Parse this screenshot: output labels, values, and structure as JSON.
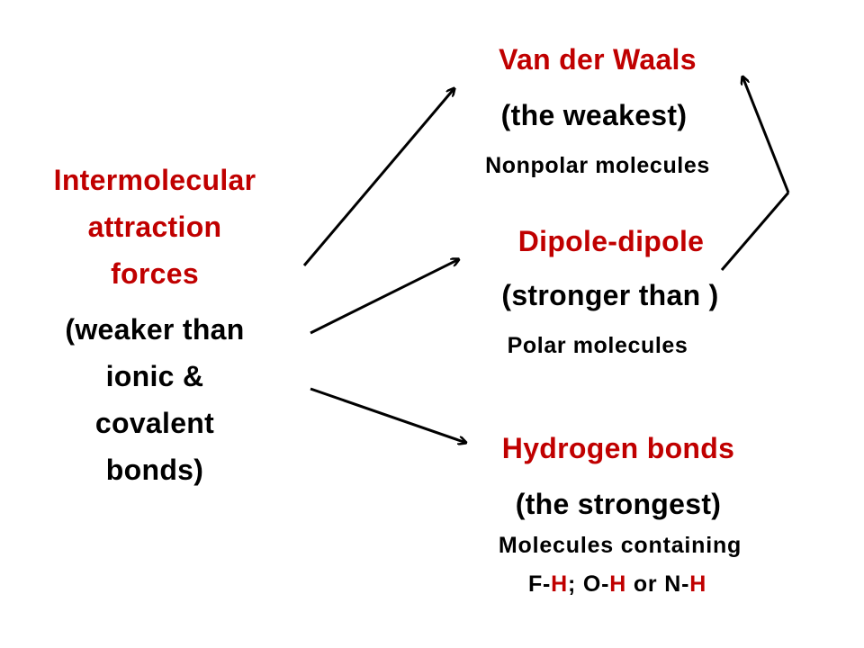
{
  "left": {
    "title_lines": [
      "Intermolecular",
      "attraction",
      "forces"
    ],
    "note_lines": [
      "(weaker than",
      "ionic &",
      "covalent",
      "bonds)"
    ]
  },
  "forces": [
    {
      "name": "Van der Waals",
      "strength": "(the weakest)",
      "molecules": "Nonpolar molecules"
    },
    {
      "name": "Dipole-dipole",
      "strength": "(stronger than )",
      "molecules": "Polar molecules"
    },
    {
      "name": "Hydrogen bonds",
      "strength": "(the strongest)",
      "molecules": "Molecules containing",
      "bonds": {
        "p1": "F-",
        "h1": "H",
        "p2": "; O-",
        "h2": "H",
        "p3": " or N-",
        "h3": "H"
      }
    }
  ],
  "colors": {
    "accent": "#c00000",
    "text": "#000000",
    "background": "#ffffff"
  }
}
